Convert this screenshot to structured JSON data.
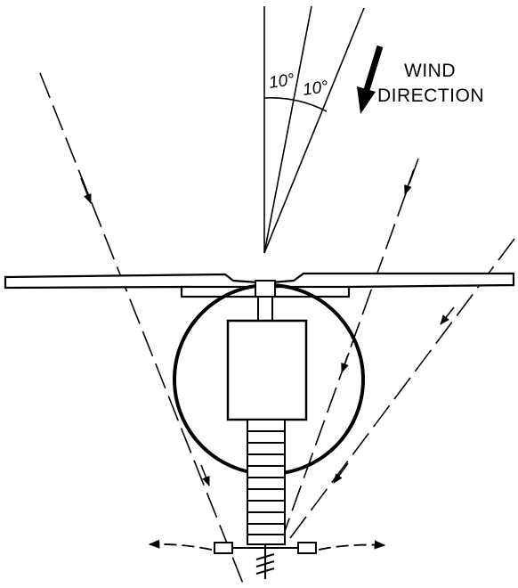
{
  "annotations": {
    "angle_left": "10°",
    "angle_right": "10°",
    "wind_line1": "WIND",
    "wind_line2": "DIRECTION"
  }
}
